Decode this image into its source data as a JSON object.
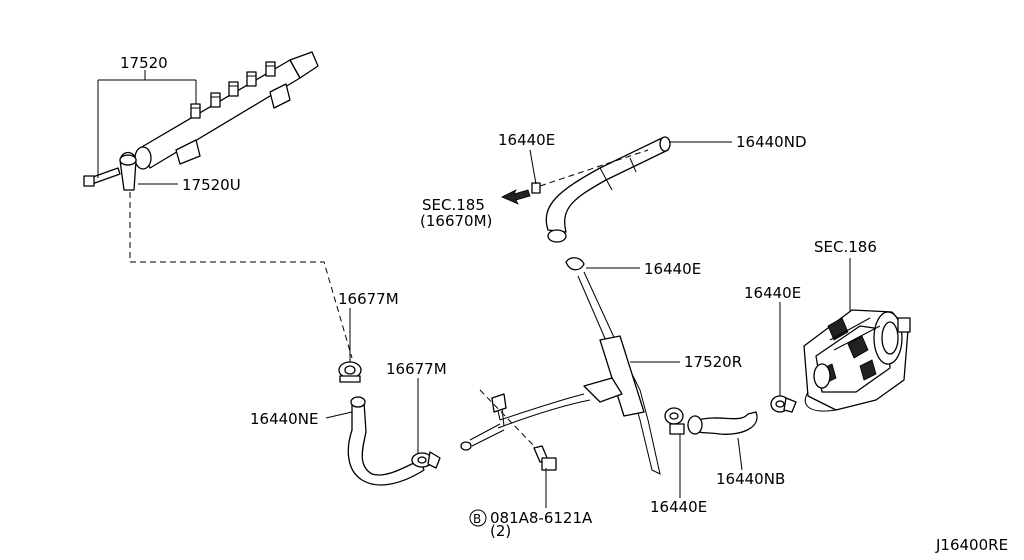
{
  "diagram_id": "J16400RE",
  "labels": {
    "p17520": "17520",
    "p17520u": "17520U",
    "p16440e_top": "16440E",
    "p16440nd": "16440ND",
    "sec185": "SEC.185",
    "sec185_ref": "(16670M)",
    "p16440e_mid": "16440E",
    "sec186": "SEC.186",
    "p16440e_right": "16440E",
    "p16677m_left": "16677M",
    "p16677m_mid": "16677M",
    "p17520r": "17520R",
    "p16440ne": "16440NE",
    "p16440nb": "16440NB",
    "p16440e_bottom": "16440E",
    "bolt_circle": "B",
    "bolt_code": "081A8-6121A",
    "bolt_qty": "(2)"
  }
}
